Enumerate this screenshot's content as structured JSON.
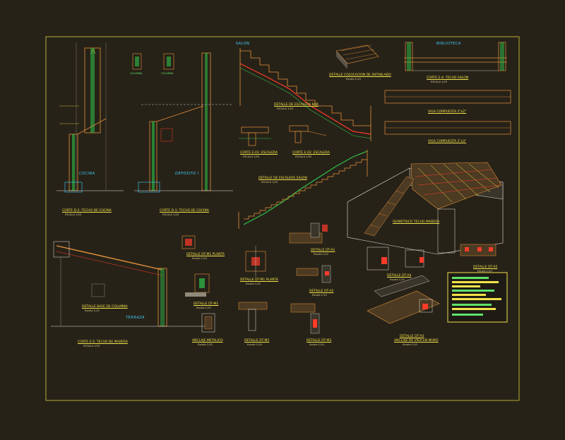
{
  "sheet_titles": {
    "corte_d2": "CORTE D-2: TECHO DE COCINA",
    "corte_d3": "CORTE D-3: TECHO DE COCINA",
    "escalera_bar": "DETALLE DE ESCALERA BAR",
    "colocacion": "DETALLE COLOCACION DE ENTABLADO",
    "corte_e4": "CORTE E-4: TECHO SALON",
    "viga_1": "VIGA COMPUESTA 5\"x2\"",
    "viga_2": "VIGA COMPUESTA 2\"x3\"",
    "corte_e01": "CORTE E-01: ESCALERA",
    "corte_e02": "CORTE E-02: ESCALERA",
    "escalera_salon": "DETALLE DE ESCALERA SALON",
    "isometrico": "ISOMETRICO TECHO MADERA",
    "dt_a1": "DETALLE DT-A1",
    "dt_m1_planta": "DETALLE DT-M1 PLANTA",
    "dt_m1": "DETALLE DT-M1",
    "dt_m2": "DETALLE DT-M2",
    "dt_m3": "DETALLE DT-M3",
    "dt_a2": "DETALLE DT-A2",
    "dt_a3": "DETALLE DT-A3",
    "dt_a4": "DETALLE DT-A4",
    "dt_a5": "DETALLE DT-A5",
    "anclaje_viga": "ANCLAJE DE VIGA EN MURO",
    "base_columna": "DETALLE BASE DE COLUMNA",
    "corte_e5": "CORTE E-5: TECHO DE MADERA",
    "anclaje_metalico": "ANCLAJE METALICO"
  },
  "sublabels": {
    "escala_125": "ESCALA 1/25",
    "escala_110": "Escala 1/10"
  },
  "place_labels": {
    "cocina": "COCINA",
    "deposito": "DEPOSITO I",
    "salon": "SALON",
    "biblioteca": "BIBLIOTECA",
    "terraza": "TERRAZA"
  },
  "colors": {
    "background": "#272218",
    "frame": "#d8cf3c",
    "yellow": "#f2e24a",
    "red": "#ff3b2a",
    "green": "#2fc24a",
    "cyan": "#3fd2ff",
    "orange": "#e3913a",
    "grey": "#8f8a7a",
    "white": "#e8e6df"
  },
  "legend": {
    "rows": 9
  }
}
